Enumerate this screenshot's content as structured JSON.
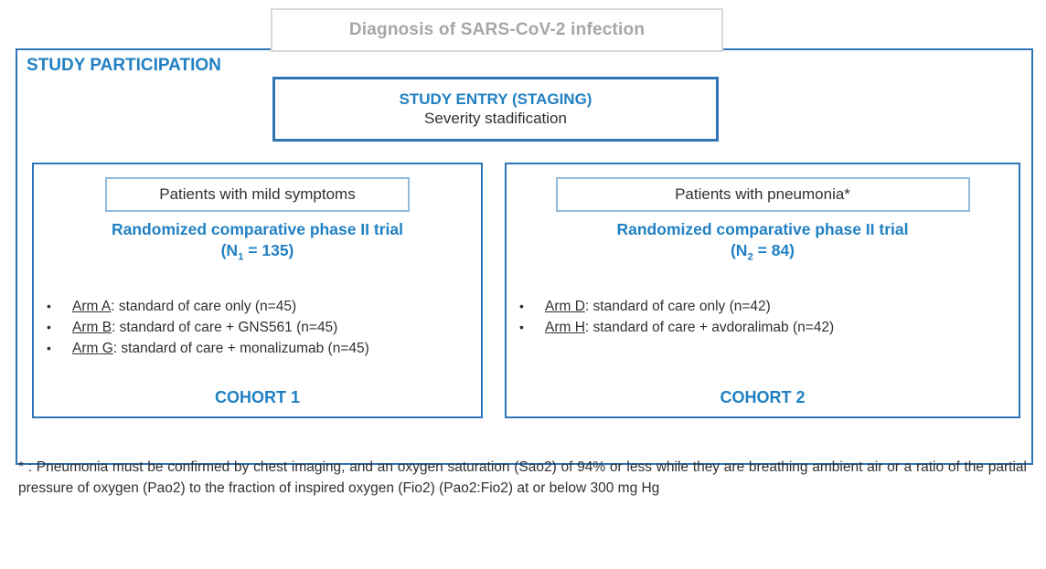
{
  "diagnosis_banner": {
    "label": "Diagnosis of SARS-CoV-2 infection"
  },
  "study_participation": {
    "label": "STUDY PARTICIPATION"
  },
  "study_entry": {
    "title": "STUDY ENTRY (STAGING)",
    "subtitle": "Severity stadification"
  },
  "cohorts": [
    {
      "patient_label": "Patients with mild symptoms",
      "trial_title": "Randomized comparative phase II trial",
      "n_prefix": "(N",
      "n_sub": "1",
      "n_suffix": " = 135)",
      "arms": [
        {
          "label": "Arm A",
          "desc": ": standard of care only (n=45)"
        },
        {
          "label": "Arm B",
          "desc": ": standard of care + GNS561 (n=45)"
        },
        {
          "label": "Arm G",
          "desc": ": standard of care + monalizumab (n=45)"
        }
      ],
      "cohort_label": "COHORT 1"
    },
    {
      "patient_label": "Patients with pneumonia*",
      "trial_title": "Randomized comparative phase II trial",
      "n_prefix": "(N",
      "n_sub": "2",
      "n_suffix": " = 84)",
      "arms": [
        {
          "label": "Arm D",
          "desc": ": standard of care only (n=42)"
        },
        {
          "label": "Arm H",
          "desc": ": standard of care + avdoralimab (n=42)"
        }
      ],
      "cohort_label": "COHORT 2"
    }
  ],
  "footnote": "* : Pneumonia must be confirmed by chest imaging, and an oxygen saturation (Sao2) of 94% or less while they are breathing ambient air or a ratio of the partial pressure of oxygen (Pao2) to the fraction of inspired oxygen (Fio2) (Pao2:Fio2) at or below 300 mg Hg",
  "glyphs": {
    "bullet": "•"
  },
  "colors": {
    "accent_blue": "#2E75B6",
    "text_blue": "#2180C2",
    "muted_gray": "#A6A6A6",
    "light_gray_border": "#D9D9D9",
    "light_blue_border": "#8FBBDF",
    "text_dark": "#303030"
  }
}
